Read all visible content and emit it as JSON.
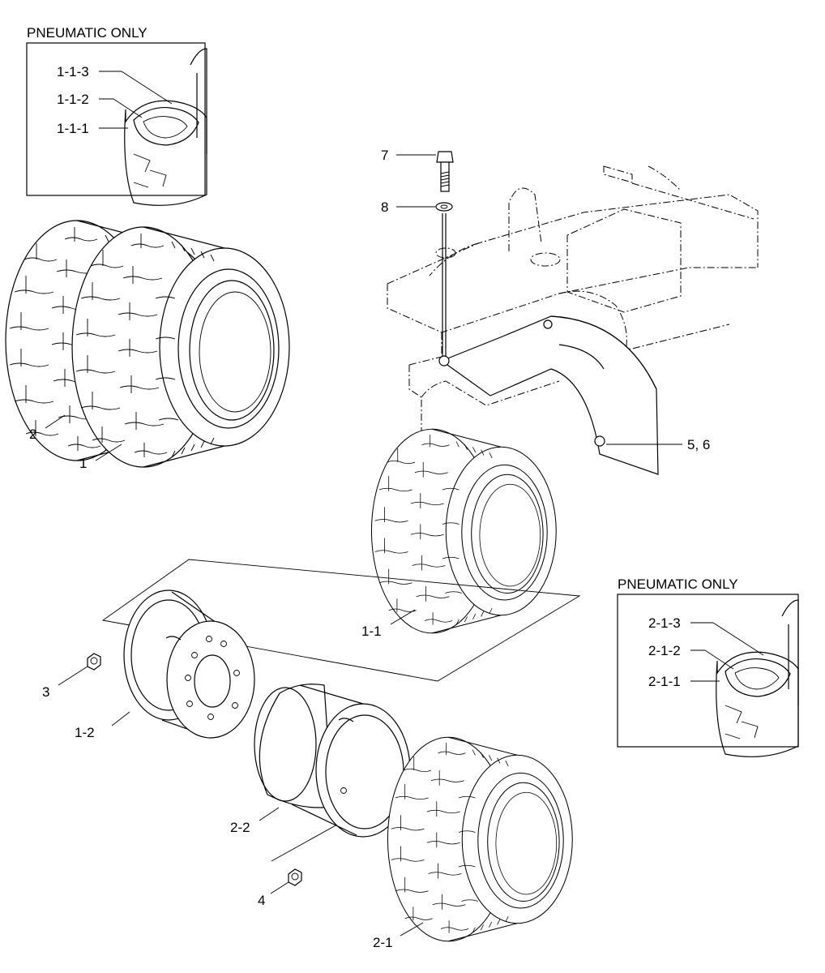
{
  "insets": {
    "top_left": {
      "title": "PNEUMATIC ONLY",
      "callouts": [
        "1-1-3",
        "1-1-2",
        "1-1-1"
      ]
    },
    "right": {
      "title": "PNEUMATIC ONLY",
      "callouts": [
        "2-1-3",
        "2-1-2",
        "2-1-1"
      ]
    }
  },
  "callouts": {
    "bolt": "7",
    "washer": "8",
    "fender": "5, 6",
    "tire_outer_dual": "2",
    "tire_inner_dual": "1",
    "tire_front_single": "1-1",
    "nut_front": "3",
    "rim_front": "1-2",
    "rim_rear": "2-2",
    "nut_rear": "4",
    "tire_rear_single": "2-1"
  }
}
